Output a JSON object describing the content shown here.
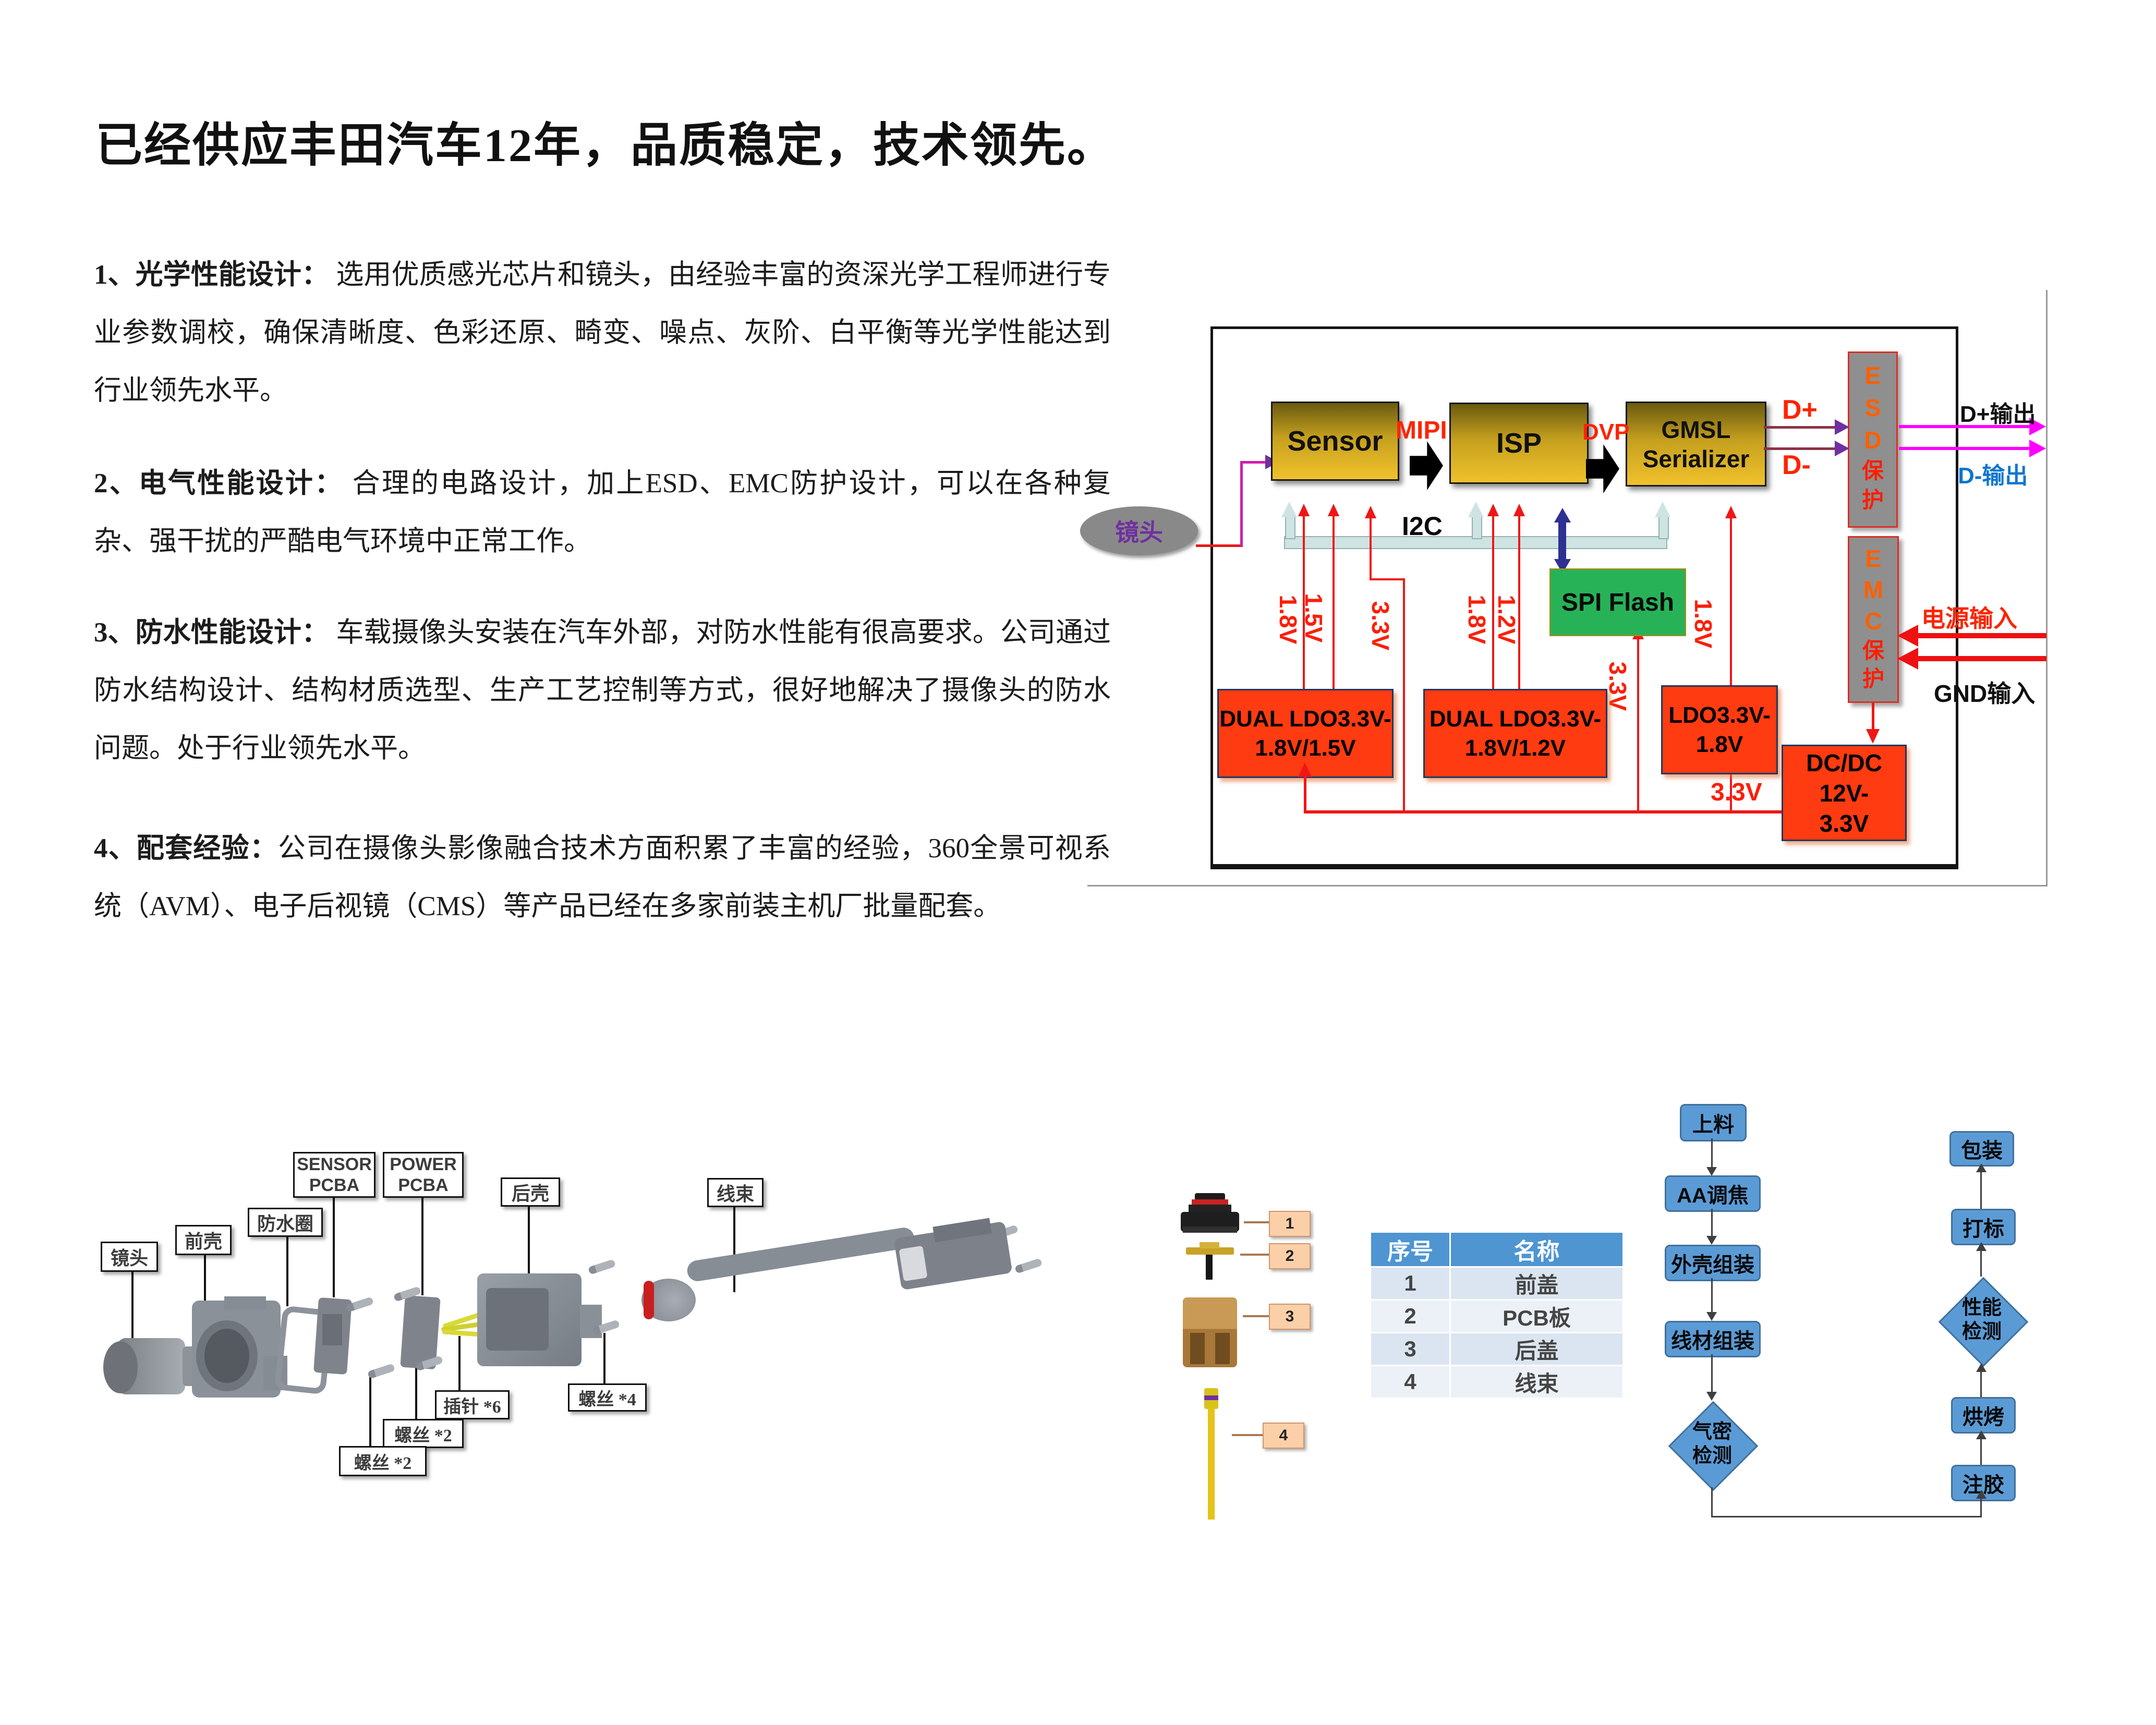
{
  "title": "已经供应丰田汽车12年，品质稳定，技术领先。",
  "paragraphs": [
    {
      "label": "1、光学性能设计：",
      "text": "  选用优质感光芯片和镜头，由经验丰富的资深光学工程师进行专业参数调校，确保清晰度、色彩还原、畸变、噪点、灰阶、白平衡等光学性能达到行业领先水平。"
    },
    {
      "label": "2、电气性能设计：",
      "text": " 合理的电路设计，加上ESD、EMC防护设计，可以在各种复杂、强干扰的严酷电气环境中正常工作。"
    },
    {
      "label": "3、防水性能设计：",
      "text": " 车载摄像头安装在汽车外部，对防水性能有很高要求。公司通过防水结构设计、结构材质选型、生产工艺控制等方式，很好地解决了摄像头的防水问题。处于行业领先水平。"
    },
    {
      "label": "4、配套经验：",
      "text": "公司在摄像头影像融合技术方面积累了丰富的经验，360全景可视系统（AVM）、电子后视镜（CMS）等产品已经在多家前装主机厂批量配套。"
    }
  ],
  "diagram": {
    "lens_label": "镜头",
    "sensor": "Sensor",
    "mipi": "MIPI",
    "isp": "ISP",
    "dvp": "DVP",
    "gmsl": "GMSL\nSerializer",
    "i2c": "I2C",
    "spi_flash": "SPI Flash",
    "esd_letters": "E\nS\nD",
    "esd_cn": "保\n护",
    "emc_letters": "E\nM\nC",
    "emc_cn": "保\n护",
    "ldo1": "DUAL LDO3.3V-\n1.8V/1.5V",
    "ldo2": "DUAL LDO3.3V-\n1.8V/1.2V",
    "ldo3": "LDO3.3V-\n1.8V",
    "dcdc": "DC/DC\n12V-\n3.3V",
    "v18_sensor": "1.8V",
    "v15_sensor": "1.5V",
    "v33_sensor": "3.3V",
    "v18_isp": "1.8V",
    "v12_isp": "1.2V",
    "v33_spi": "3.3V",
    "v18_gmsl": "1.8V",
    "v33_rail": "3.3V",
    "d_plus": "D+",
    "d_minus": "D-",
    "d_plus_out": "D+输出",
    "d_minus_out": "D-输出",
    "power_in": "电源输入",
    "gnd_in": "GND输入"
  },
  "exploded": {
    "lens": "镜头",
    "front_shell": "前壳",
    "waterproof_ring": "防水圈",
    "sensor_pcba": "SENSOR\nPCBA",
    "power_pcba": "POWER\nPCBA",
    "rear_shell": "后壳",
    "harness": "线束",
    "pins_x6": "插针 *6",
    "screws_x2_a": "螺丝 *2",
    "screws_x2_b": "螺丝 *2",
    "screws_x4": "螺丝 *4"
  },
  "photos": {
    "tag1": "1",
    "tag2": "2",
    "tag3": "3",
    "tag4": "4"
  },
  "parts_table": {
    "headers": [
      "序号",
      "名称"
    ],
    "rows": [
      [
        "1",
        "前盖"
      ],
      [
        "2",
        "PCB板"
      ],
      [
        "3",
        "后盖"
      ],
      [
        "4",
        "线束"
      ]
    ]
  },
  "flowchart": {
    "load": "上料",
    "aa_focus": "AA调焦",
    "shell_assembly": "外壳组装",
    "wire_assembly": "线材组装",
    "airtight_test": "气密\n检测",
    "glue": "注胶",
    "bake": "烘烤",
    "performance_test": "性能\n检测",
    "marking": "打标",
    "packing": "包装"
  },
  "colors": {
    "accent_red": "#fe2400",
    "magenta": "#ff00ff",
    "purple": "#7030a0",
    "flow_blue": "#5b9bd5",
    "table_header_blue": "#4e95d2",
    "box_red": "#fe3b11",
    "gold": "#f0c12c",
    "spi_green": "#27b258",
    "esd_gray": "#8f8f8f",
    "blue_out": "#0c76cf"
  }
}
